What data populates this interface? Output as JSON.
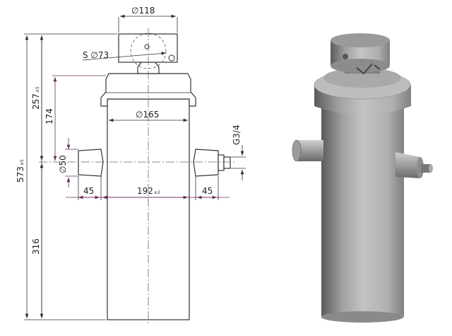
{
  "drawing": {
    "dimensions": {
      "cap_diameter": "∅118",
      "ball_diameter": "S ∅73",
      "total_length": "573",
      "total_length_tol": "±5",
      "upper_length": "257",
      "upper_length_tol": "±5",
      "head_to_port": "174",
      "port_diameter": "∅50",
      "body_diameter": "∅165",
      "port_thread": "G3/4",
      "port_left_offset": "45",
      "port_span": "192",
      "port_span_tol": "±2",
      "port_right_offset": "45",
      "lower_length": "316"
    },
    "colors": {
      "outline": "#333333",
      "dimension_accent": "#6a2a5a",
      "render_gray": "#a8a8a8"
    }
  }
}
